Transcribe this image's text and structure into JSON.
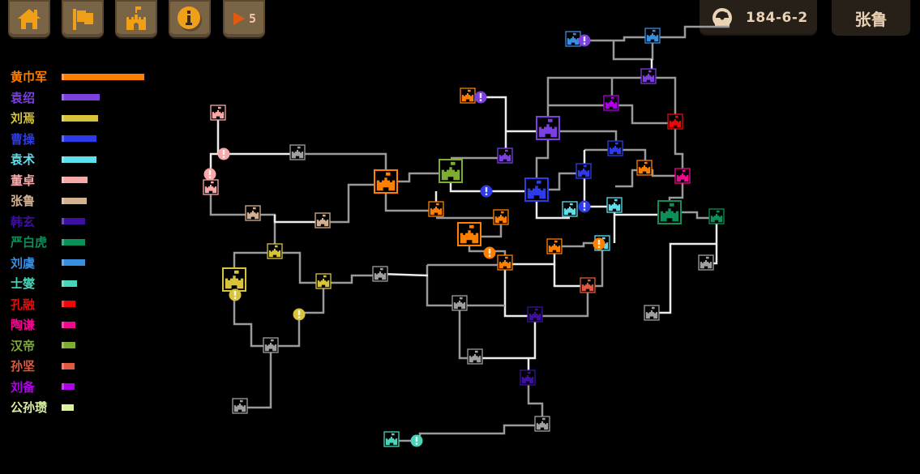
{
  "toolbar": {
    "buttons": [
      {
        "name": "home-button",
        "icon": "home-icon"
      },
      {
        "name": "flag-button",
        "icon": "flag-icon"
      },
      {
        "name": "castle-button",
        "icon": "castle-icon"
      },
      {
        "name": "info-button",
        "icon": "info-icon"
      }
    ],
    "speed_value": "5",
    "date": "184-6-2",
    "player_faction": "张鲁",
    "accent_color": "#f0a018"
  },
  "legend": [
    {
      "name": "黄巾军",
      "color": "#ff7f00",
      "strength": 100
    },
    {
      "name": "袁绍",
      "color": "#7c3fe0",
      "strength": 46
    },
    {
      "name": "刘焉",
      "color": "#d8c43a",
      "strength": 44
    },
    {
      "name": "曹操",
      "color": "#2e3bea",
      "strength": 42
    },
    {
      "name": "袁术",
      "color": "#5de0ec",
      "strength": 42
    },
    {
      "name": "董卓",
      "color": "#f8a8a8",
      "strength": 31
    },
    {
      "name": "张鲁",
      "color": "#d2b090",
      "strength": 30
    },
    {
      "name": "韩玄",
      "color": "#3e0fa0",
      "strength": 28
    },
    {
      "name": "严白虎",
      "color": "#0a9058",
      "strength": 28
    },
    {
      "name": "刘虞",
      "color": "#3a8ee0",
      "strength": 28
    },
    {
      "name": "士燮",
      "color": "#48d4b8",
      "strength": 19
    },
    {
      "name": "孔融",
      "color": "#f00808",
      "strength": 17
    },
    {
      "name": "陶谦",
      "color": "#f00890",
      "strength": 17
    },
    {
      "name": "汉帝",
      "color": "#7cac30",
      "strength": 17
    },
    {
      "name": "孙坚",
      "color": "#e05a40",
      "strength": 16
    },
    {
      "name": "刘备",
      "color": "#b000e8",
      "strength": 16
    },
    {
      "name": "公孙瓒",
      "color": "#d8f0a0",
      "strength": 15
    }
  ],
  "map": {
    "neutral_color": "#a0a0a0",
    "cities": [
      {
        "id": "c1",
        "faction": "董卓",
        "big": false
      },
      {
        "id": "c2",
        "faction": "董卓",
        "big": false
      },
      {
        "id": "c3",
        "faction": "neutral",
        "big": false
      },
      {
        "id": "c4",
        "faction": "张鲁",
        "big": false
      },
      {
        "id": "c5",
        "faction": "张鲁",
        "big": false
      },
      {
        "id": "c6",
        "faction": "黄巾军",
        "big": true
      },
      {
        "id": "c7",
        "faction": "汉帝",
        "big": true
      },
      {
        "id": "c8",
        "faction": "黄巾军",
        "big": false
      },
      {
        "id": "c9",
        "faction": "袁绍",
        "big": false
      },
      {
        "id": "c10",
        "faction": "袁绍",
        "big": true
      },
      {
        "id": "c11",
        "faction": "黄巾军",
        "big": false
      },
      {
        "id": "c12",
        "faction": "刘虞",
        "big": false
      },
      {
        "id": "c13",
        "faction": "刘虞",
        "big": false
      },
      {
        "id": "c14",
        "faction": "袁绍",
        "big": false
      },
      {
        "id": "c15",
        "faction": "刘备",
        "big": false
      },
      {
        "id": "c16",
        "faction": "孔融",
        "big": false
      },
      {
        "id": "c17",
        "faction": "曹操",
        "big": false
      },
      {
        "id": "c18",
        "faction": "曹操",
        "big": false
      },
      {
        "id": "c19",
        "faction": "黄巾军",
        "big": false
      },
      {
        "id": "c20",
        "faction": "陶谦",
        "big": false
      },
      {
        "id": "c21",
        "faction": "曹操",
        "big": true
      },
      {
        "id": "c22",
        "faction": "袁术",
        "big": false
      },
      {
        "id": "c23",
        "faction": "袁术",
        "big": false
      },
      {
        "id": "c24",
        "faction": "严白虎",
        "big": true
      },
      {
        "id": "c25",
        "faction": "严白虎",
        "big": false
      },
      {
        "id": "c26",
        "faction": "黄巾军",
        "big": false
      },
      {
        "id": "c27",
        "faction": "黄巾军",
        "big": false
      },
      {
        "id": "c28",
        "faction": "黄巾军",
        "big": true
      },
      {
        "id": "c29",
        "faction": "黄巾军",
        "big": false
      },
      {
        "id": "c30",
        "faction": "黄巾军",
        "big": false
      },
      {
        "id": "c31",
        "faction": "袁术",
        "big": false
      },
      {
        "id": "c32",
        "faction": "neutral",
        "big": false
      },
      {
        "id": "c33",
        "faction": "孙坚",
        "big": false
      },
      {
        "id": "c34",
        "faction": "刘焉",
        "big": false
      },
      {
        "id": "c35",
        "faction": "刘焉",
        "big": true
      },
      {
        "id": "c36",
        "faction": "刘焉",
        "big": false
      },
      {
        "id": "c37",
        "faction": "neutral",
        "big": false
      },
      {
        "id": "c38",
        "faction": "neutral",
        "big": false
      },
      {
        "id": "c39",
        "faction": "韩玄",
        "big": false
      },
      {
        "id": "c40",
        "faction": "neutral",
        "big": false
      },
      {
        "id": "c41",
        "faction": "neutral",
        "big": false
      },
      {
        "id": "c42",
        "faction": "neutral",
        "big": false
      },
      {
        "id": "c43",
        "faction": "韩玄",
        "big": false
      },
      {
        "id": "c44",
        "faction": "neutral",
        "big": false
      },
      {
        "id": "c45",
        "faction": "neutral",
        "big": false
      },
      {
        "id": "c46",
        "faction": "士燮",
        "big": false
      }
    ],
    "alerts": [
      {
        "id": "a1",
        "faction": "董卓"
      },
      {
        "id": "a2",
        "faction": "董卓"
      },
      {
        "id": "a3",
        "faction": "袁绍"
      },
      {
        "id": "a4",
        "faction": "袁绍"
      },
      {
        "id": "a5",
        "faction": "曹操"
      },
      {
        "id": "a6",
        "faction": "曹操"
      },
      {
        "id": "a7",
        "faction": "黄巾军"
      },
      {
        "id": "a8",
        "faction": "黄巾军"
      },
      {
        "id": "a9",
        "faction": "刘焉"
      },
      {
        "id": "a10",
        "faction": "刘焉"
      },
      {
        "id": "a11",
        "faction": "士燮"
      }
    ]
  }
}
